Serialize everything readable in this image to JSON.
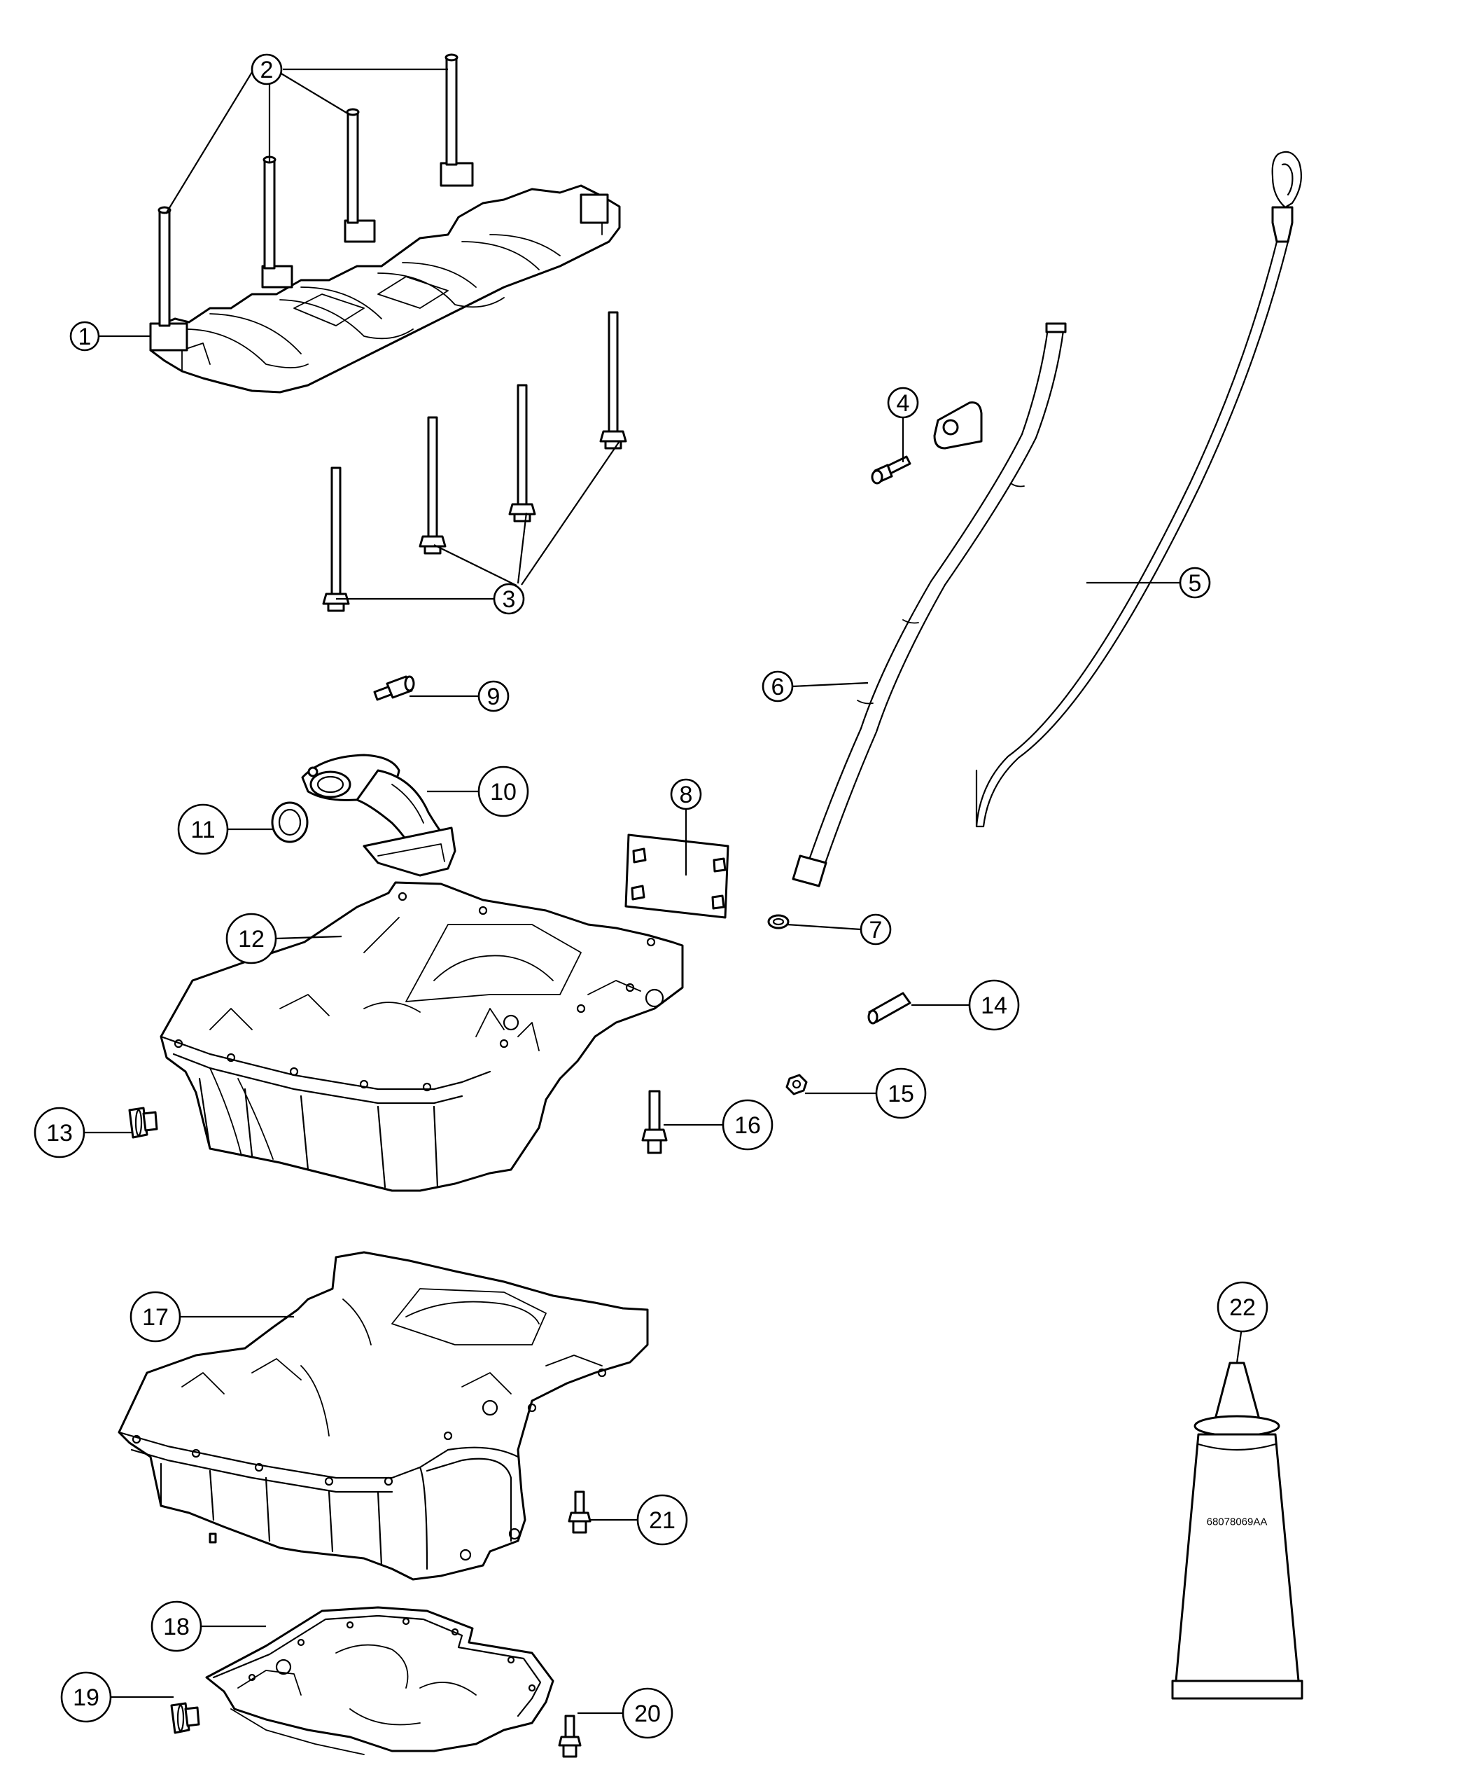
{
  "callouts": {
    "c1": "1",
    "c2": "2",
    "c3": "3",
    "c4": "4",
    "c5": "5",
    "c6": "6",
    "c7": "7",
    "c8": "8",
    "c9": "9",
    "c10": "10",
    "c11": "11",
    "c12": "12",
    "c13": "13",
    "c14": "14",
    "c15": "15",
    "c16": "16",
    "c17": "17",
    "c18": "18",
    "c19": "19",
    "c20": "20",
    "c21": "21",
    "c22": "22"
  },
  "sealant_tube": {
    "part_number": "68078069AA"
  }
}
